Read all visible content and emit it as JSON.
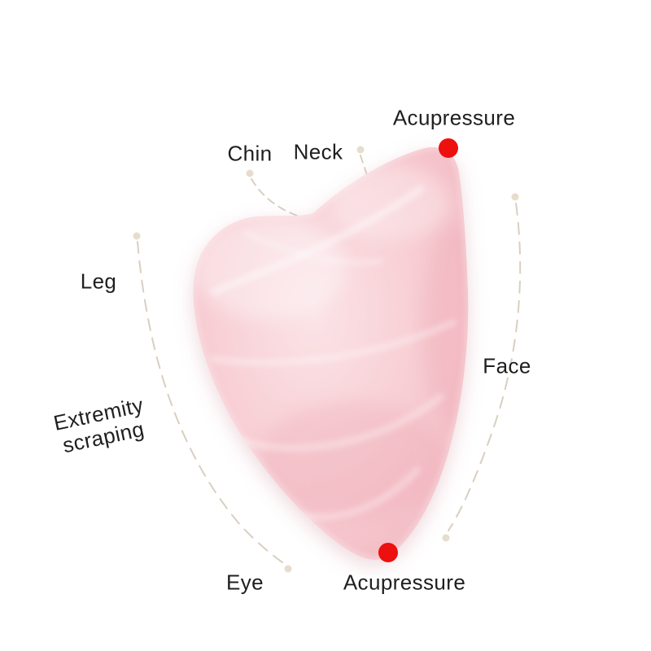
{
  "labels": {
    "acupressure_top": "Acupressure",
    "chin": "Chin",
    "neck": "Neck",
    "leg": "Leg",
    "face": "Face",
    "extremity_line1": "Extremity",
    "extremity_line2": "scraping",
    "eye": "Eye",
    "acupressure_bottom": "Acupressure"
  },
  "colors": {
    "background": "#ffffff",
    "text": "#1f1f1f",
    "leader_line": "#d9cfc1",
    "leader_end_dot": "#e6ddcd",
    "acupressure_dot": "#ec100e",
    "stone_inner": "#fbe4e7",
    "stone_mid": "#f6c6cd",
    "stone_edge": "#efb0bb",
    "stone_vein": "#ffffff"
  }
}
